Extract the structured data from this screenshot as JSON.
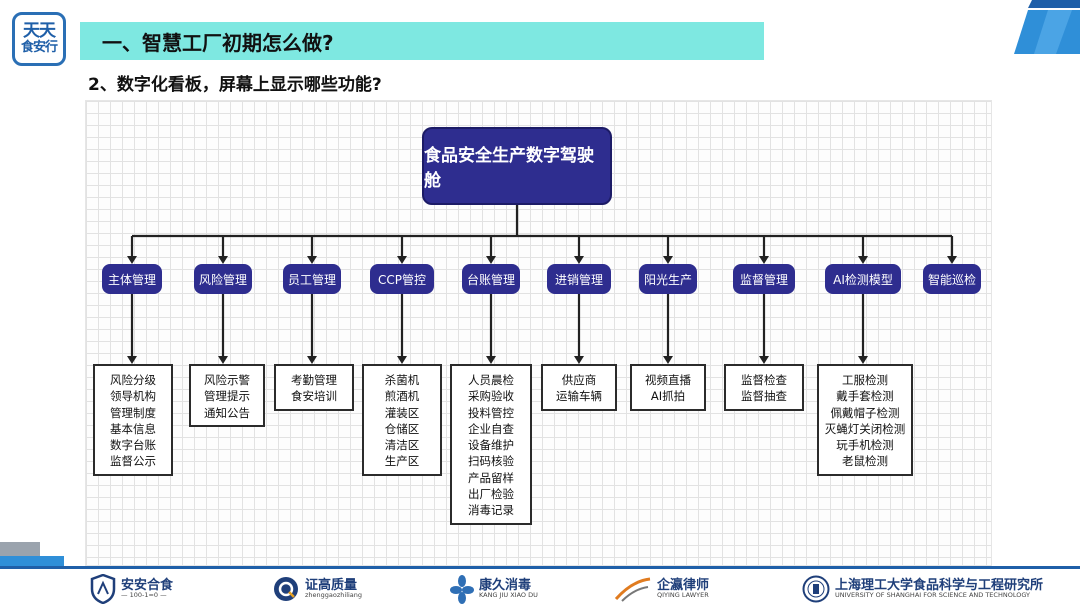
{
  "header": {
    "logo_line1": "天天",
    "logo_line2": "食安行",
    "title": "一、智慧工厂初期怎么做?",
    "subtitle": "2、数字化看板，屏幕上显示哪些功能?"
  },
  "diagram": {
    "root": "食品安全生产数字驾驶舱",
    "categories": [
      {
        "label": "主体管理",
        "items": [
          "风险分级",
          "领导机构",
          "管理制度",
          "基本信息",
          "数字台账",
          "监督公示"
        ]
      },
      {
        "label": "风险管理",
        "items": [
          "风险示警",
          "管理提示",
          "通知公告"
        ]
      },
      {
        "label": "员工管理",
        "items": [
          "考勤管理",
          "食安培训"
        ]
      },
      {
        "label": "CCP管控",
        "items": [
          "杀菌机",
          "煎酒机",
          "灌装区",
          "仓储区",
          "清洁区",
          "生产区"
        ]
      },
      {
        "label": "台账管理",
        "items": [
          "人员晨检",
          "采购验收",
          "投料管控",
          "企业自查",
          "设备维护",
          "扫码核验",
          "产品留样",
          "出厂检验",
          "消毒记录"
        ]
      },
      {
        "label": "进销管理",
        "items": [
          "供应商",
          "运输车辆"
        ]
      },
      {
        "label": "阳光生产",
        "items": [
          "视频直播",
          "AI抓拍"
        ]
      },
      {
        "label": "监督管理",
        "items": [
          "监督检查",
          "监督抽查"
        ]
      },
      {
        "label": "AI检测模型",
        "items": [
          "工服检测",
          "戴手套检测",
          "佩戴帽子检测",
          "灭蝇灯关闭检测",
          "玩手机检测",
          "老鼠检测"
        ]
      },
      {
        "label": "智能巡检",
        "items": []
      }
    ]
  },
  "footer": {
    "logos": [
      {
        "name": "安安合食",
        "sub": "— 100-1=0 —"
      },
      {
        "name": "证高质量",
        "sub": "zhenggaozhiliang"
      },
      {
        "name": "康久消毒",
        "sub": "KANG JIU XIAO DU"
      },
      {
        "name": "企瀛律师",
        "sub": "QIYING LAWYER"
      },
      {
        "name": "上海理工大学食品科学与工程研究所",
        "sub": "UNIVERSITY OF SHANGHAI FOR SCIENCE AND TECHNOLOGY"
      }
    ]
  },
  "colors": {
    "title_bar": "#7ee8e1",
    "node_fill": "#2e2d8f",
    "footer_rule": "#1f5fa8",
    "accent_blue": "#2f8fd8"
  }
}
